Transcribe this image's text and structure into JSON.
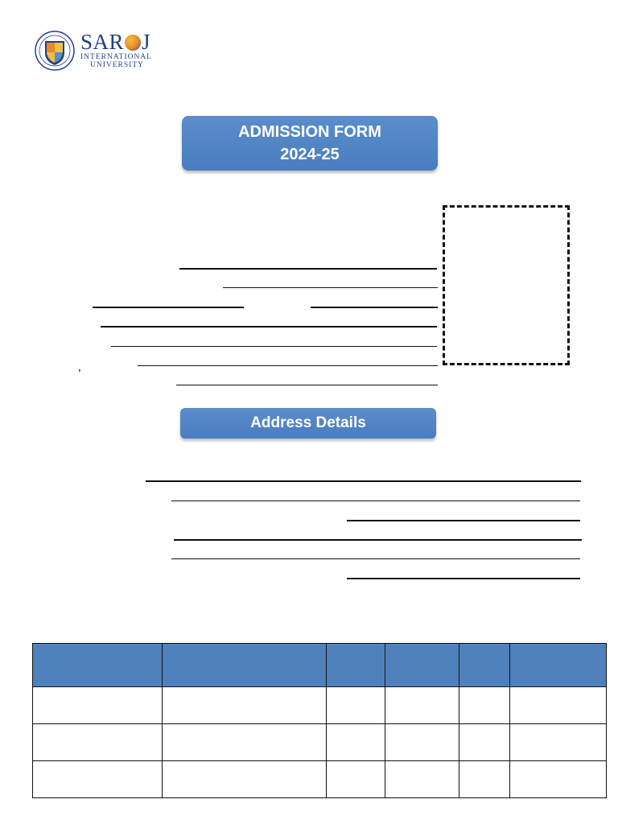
{
  "logo": {
    "name": "SAR",
    "name_end": "J",
    "sub_line1": "INTERNATIONAL",
    "sub_line2": "UNIVERSITY",
    "colors": {
      "navy": "#1f3f8a",
      "orange": "#e8892a",
      "gold": "#f0c040"
    }
  },
  "title": {
    "line1": "ADMISSION FORM",
    "line2": "2024-25"
  },
  "address_section": {
    "title": "Address Details"
  },
  "stray_mark": "’",
  "table": {
    "columns": 6,
    "rows": 3,
    "header_color": "#4f81bd"
  }
}
